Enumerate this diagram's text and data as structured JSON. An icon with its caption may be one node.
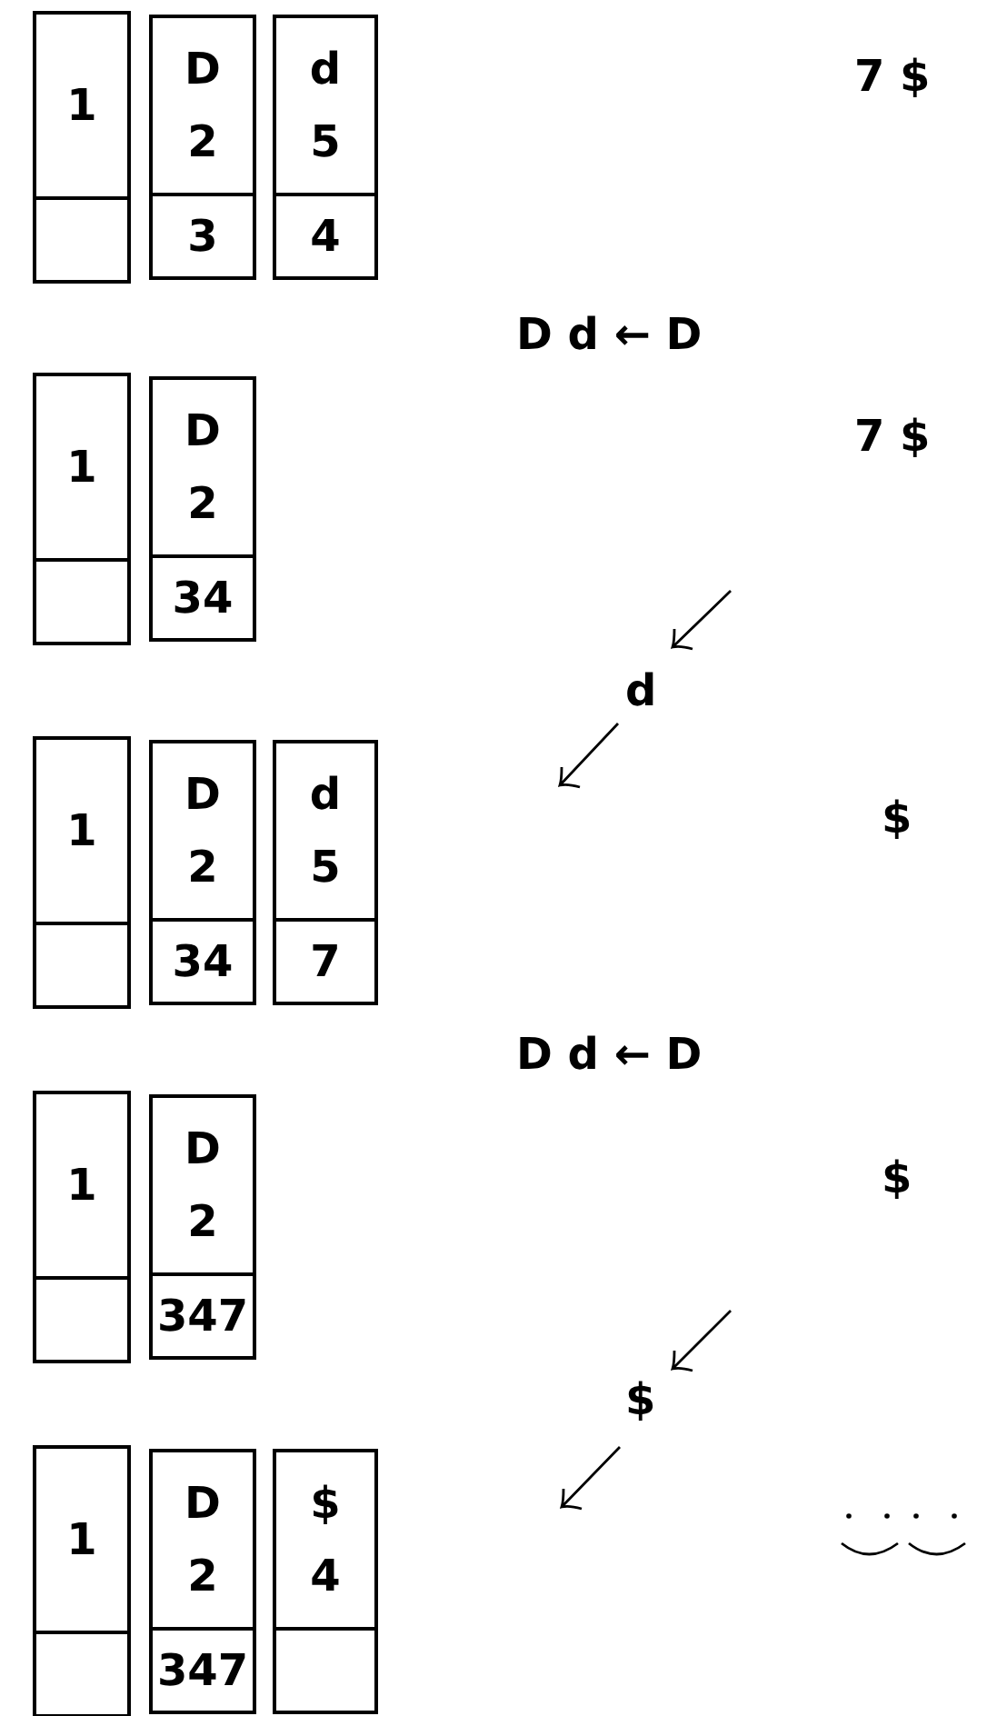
{
  "diagram": {
    "nodes": [
      {
        "text": [
          "1"
        ]
      },
      {
        "text": [],
        "shape": "box",
        "in": 0
      },
      {
        "text": [
          "D",
          "2"
        ]
      },
      {
        "text": [
          "3"
        ],
        "in": 2
      },
      {
        "text": [
          "d",
          "5"
        ]
      },
      {
        "text": [
          "4"
        ],
        "in": 4
      },
      {
        "text": [
          "1"
        ]
      },
      {
        "text": [],
        "shape": "box",
        "in": 6
      },
      {
        "text": [
          "D",
          "2"
        ]
      },
      {
        "text": [
          "34"
        ],
        "in": 8
      },
      {
        "text": [
          "1"
        ]
      },
      {
        "text": [],
        "shape": "box",
        "in": 10
      },
      {
        "text": [
          "D",
          "2"
        ]
      },
      {
        "text": [
          "34"
        ],
        "in": 12
      },
      {
        "text": [
          "d",
          "5"
        ]
      },
      {
        "text": [
          "7"
        ],
        "in": 14
      },
      {
        "text": [
          "1"
        ]
      },
      {
        "text": [],
        "shape": "box",
        "in": 16
      },
      {
        "text": [
          "D",
          "2"
        ]
      },
      {
        "text": [
          "347"
        ],
        "in": 18
      },
      {
        "text": [
          "1"
        ]
      },
      {
        "text": [],
        "shape": "box",
        "in": 20
      },
      {
        "text": [
          "D",
          "2"
        ]
      },
      {
        "text": [
          "347"
        ],
        "in": 22
      },
      {
        "text": [
          "$",
          "4"
        ]
      },
      {
        "text": [],
        "shape": "box",
        "in": 24
      }
    ],
    "edges": [],
    "labels": [
      "7 $",
      "D d ← D",
      "7 $",
      "d",
      "$",
      "D d ← D",
      "$",
      "$"
    ]
  }
}
